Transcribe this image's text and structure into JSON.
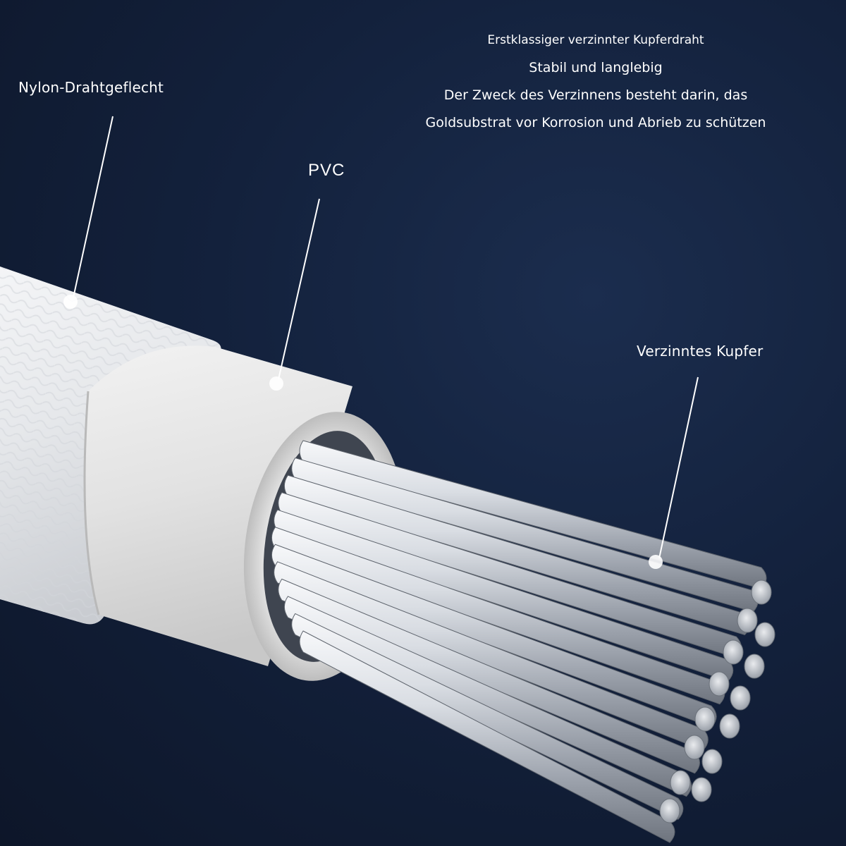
{
  "labels": {
    "nylon": "Nylon-Drahtgeflecht",
    "pvc": "PVC",
    "copper": "Verzinntes Kupfer"
  },
  "description": {
    "lines": [
      "Erstklassiger verzinnter Kupferdraht",
      "Stabil und langlebig",
      "Der Zweck des Verzinnens besteht darin, das",
      "Goldsubstrat vor Korrosion und Abrieb zu schützen"
    ]
  },
  "colors": {
    "background": "#13213c",
    "braid": "#e9ecef",
    "pvc": "#dcdcdc",
    "copper": "#c9ced6",
    "text": "#ffffff"
  }
}
